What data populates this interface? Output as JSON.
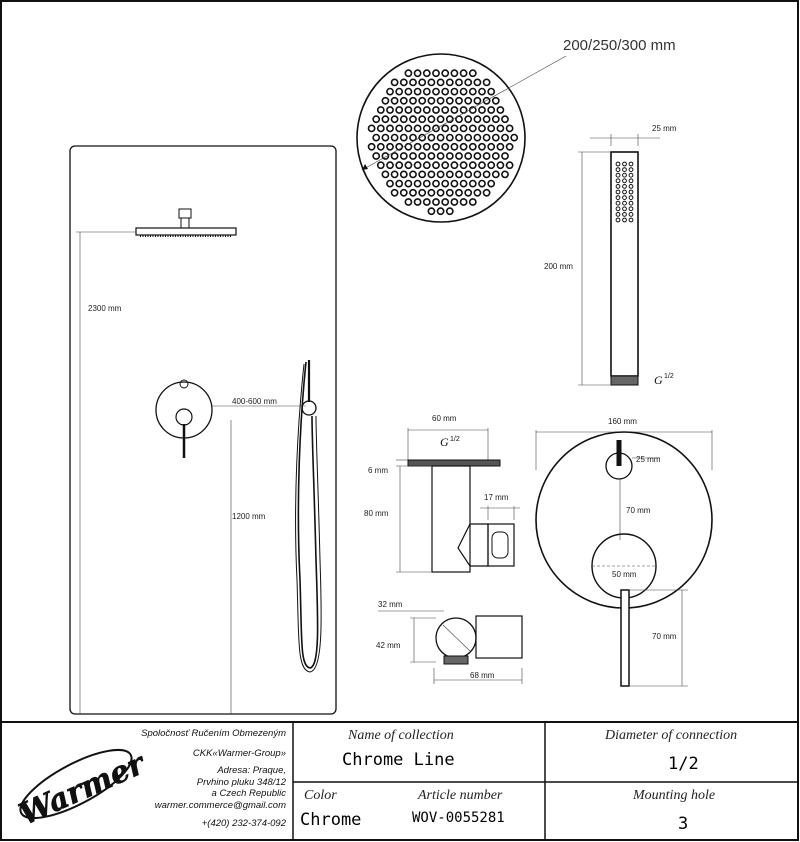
{
  "drawing": {
    "head_diameter": "200/250/300 mm",
    "hand_width": "25 mm",
    "hand_length": "200 mm",
    "thread": "G",
    "thread_sup": "1/2",
    "ceiling_height": "2300 mm",
    "mixer_offset": "400-600 mm",
    "mixer_height": "1200 mm",
    "arm_width": "60 mm",
    "arm_plate": "6 mm",
    "arm_height": "80 mm",
    "holder_width": "17 mm",
    "plate_diameter": "160 mm",
    "knob_small": "25 mm",
    "knob_spacing": "70 mm",
    "knob_large": "50 mm",
    "lever_length": "70 mm",
    "outlet_diameter": "32 mm",
    "outlet_height": "42 mm",
    "outlet_length": "68 mm"
  },
  "company": {
    "name": "Spoločnosť Ručením Obmezeným",
    "group": "CKK«Warmer-Group»",
    "address1": "Adresa: Praque,",
    "address2": "Prvhino pluku 348/12",
    "address3": "a Czech Republic",
    "email": "warmer.commerce@gmail.com",
    "phone": "+(420) 232-374-092",
    "logo_text": "Warmer"
  },
  "spec": {
    "collection_label": "Name of collection",
    "collection_value": "Chrome Line",
    "diameter_label": "Diameter of connection",
    "diameter_value": "1/2",
    "color_label": "Color",
    "color_value": "Chrome",
    "article_label": "Article number",
    "article_value": "WOV-0055281",
    "mounting_label": "Mounting hole",
    "mounting_value": "3"
  }
}
